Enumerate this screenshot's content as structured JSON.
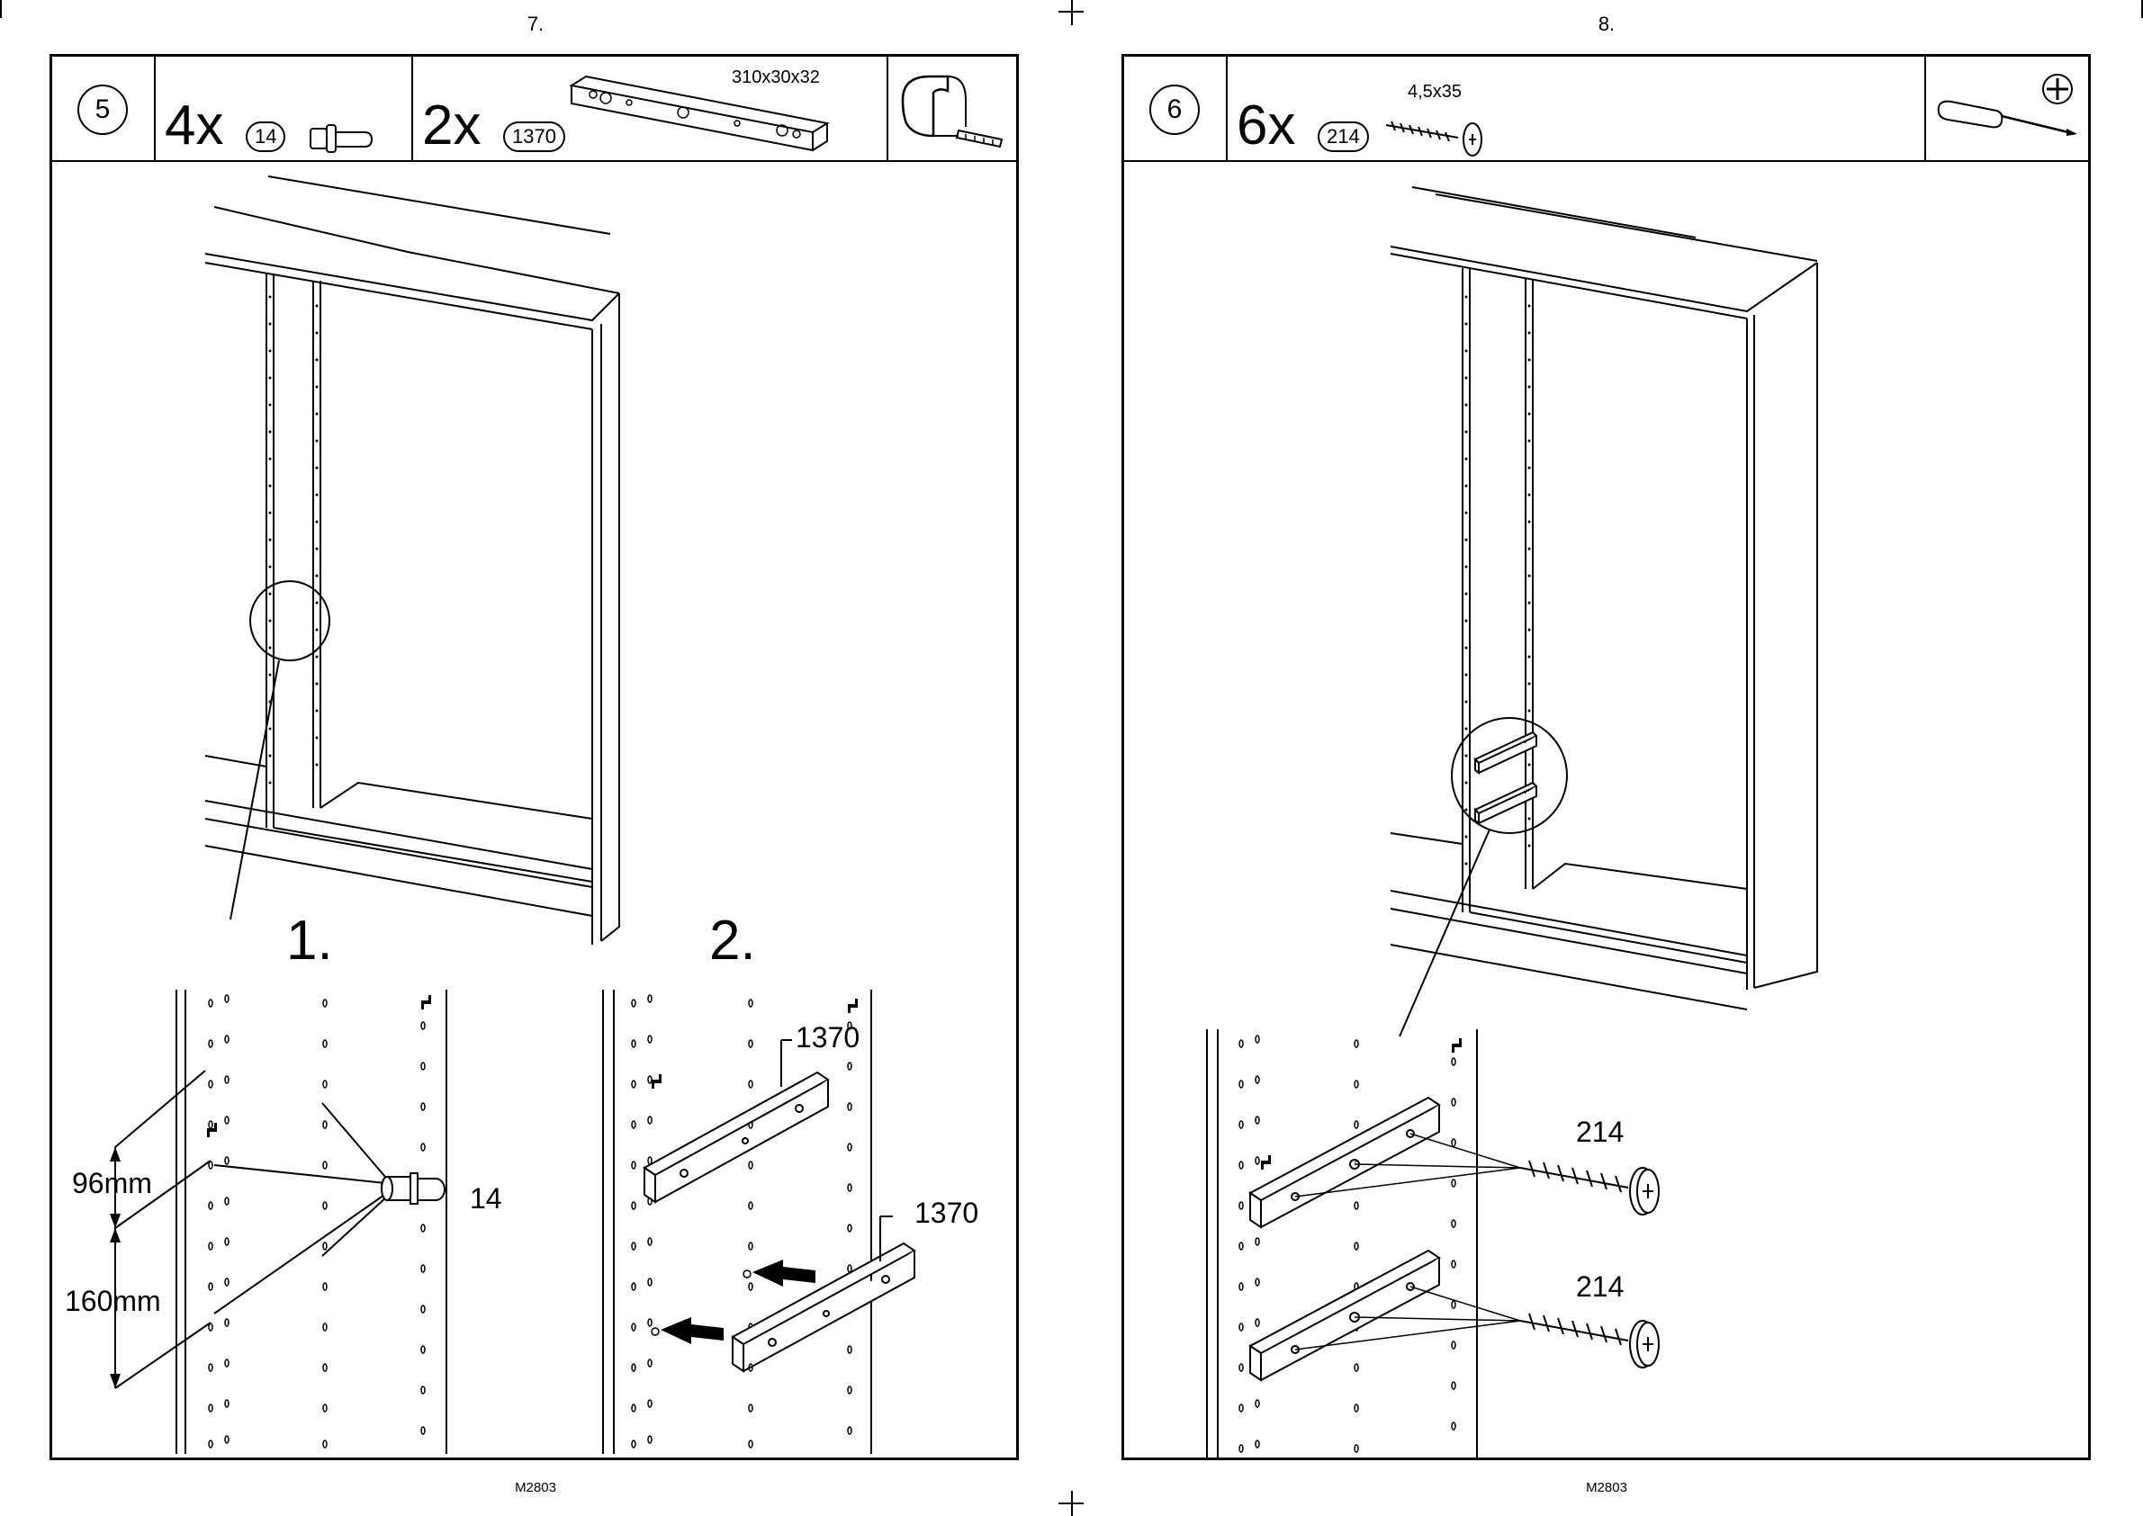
{
  "left_page": {
    "page_number": "7.",
    "step": "5",
    "parts": [
      {
        "qty": "4x",
        "id": "14"
      },
      {
        "qty": "2x",
        "id": "1370",
        "dimension": "310x30x32"
      }
    ],
    "tool_icon": "measuring-tape-icon",
    "substeps": [
      "1.",
      "2."
    ],
    "measurements": [
      "96mm",
      "160mm"
    ],
    "callouts": [
      "14",
      "1370",
      "1370"
    ],
    "footer": "M2803"
  },
  "right_page": {
    "page_number": "8.",
    "step": "6",
    "parts": [
      {
        "qty": "6x",
        "id": "214",
        "dimension": "4,5x35"
      }
    ],
    "tool_icon": "phillips-screwdriver-icon",
    "callouts": [
      "214",
      "214"
    ],
    "footer": "M2803"
  }
}
